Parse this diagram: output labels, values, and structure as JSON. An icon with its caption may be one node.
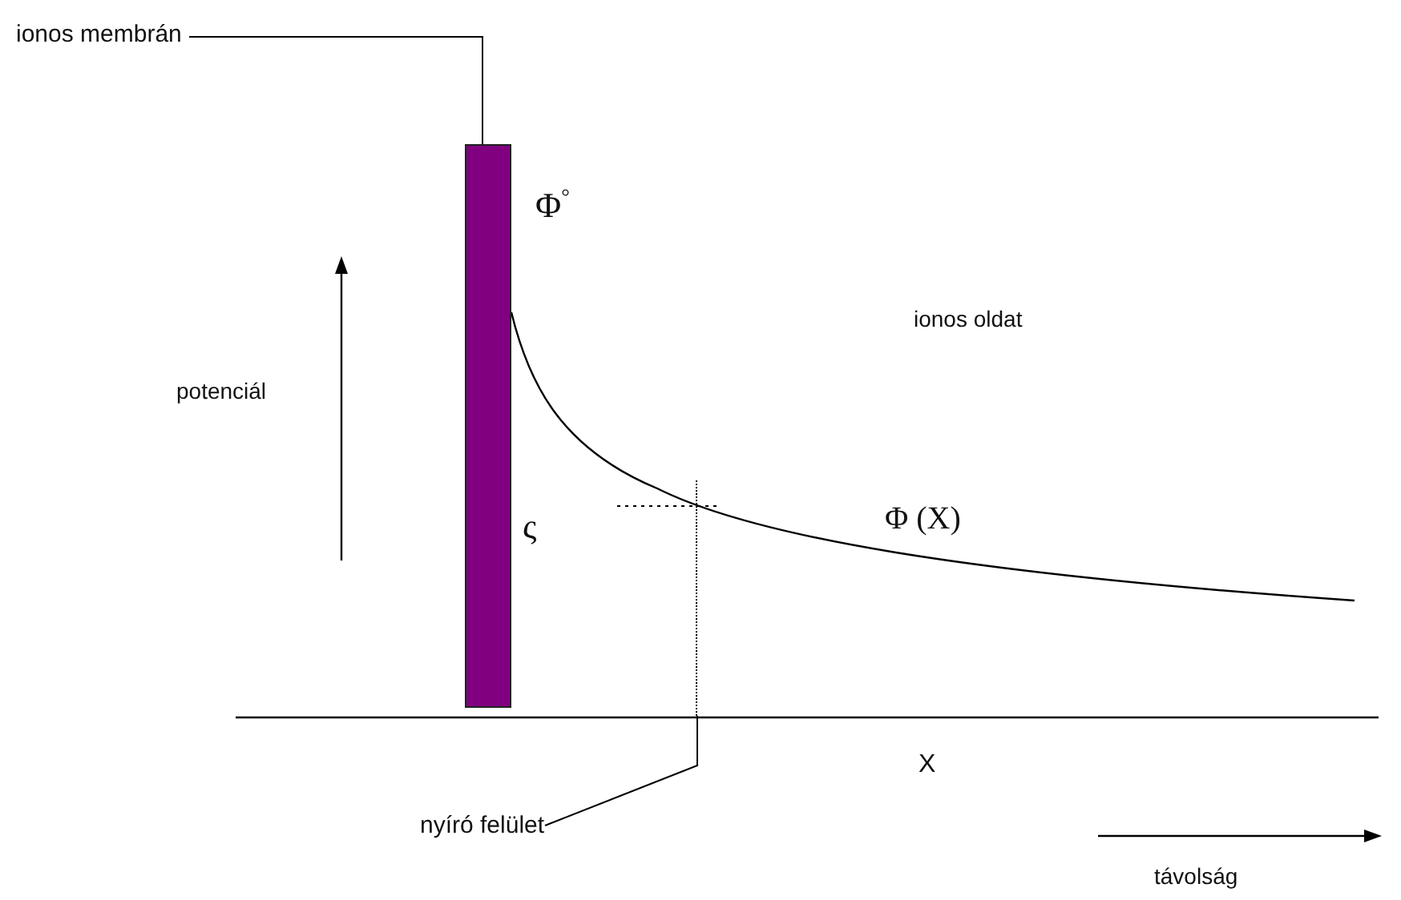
{
  "diagram": {
    "nodes": [
      {
        "text": [
          "ionos membrán"
        ]
      },
      {
        "text": [],
        "shape": "bar"
      },
      {
        "text": [
          "nyíró felület"
        ]
      },
      {
        "text": [],
        "shape": "line"
      }
    ],
    "edges": [
      {
        "from": 0,
        "to": 1,
        "arrow": "none"
      },
      {
        "from": 2,
        "to": 3,
        "arrow": "none"
      }
    ],
    "labels": [
      "Φ$^{°}$",
      "potenciál",
      "ionos oldat",
      "ς",
      "Φ (X)",
      "X",
      "távolság"
    ]
  }
}
